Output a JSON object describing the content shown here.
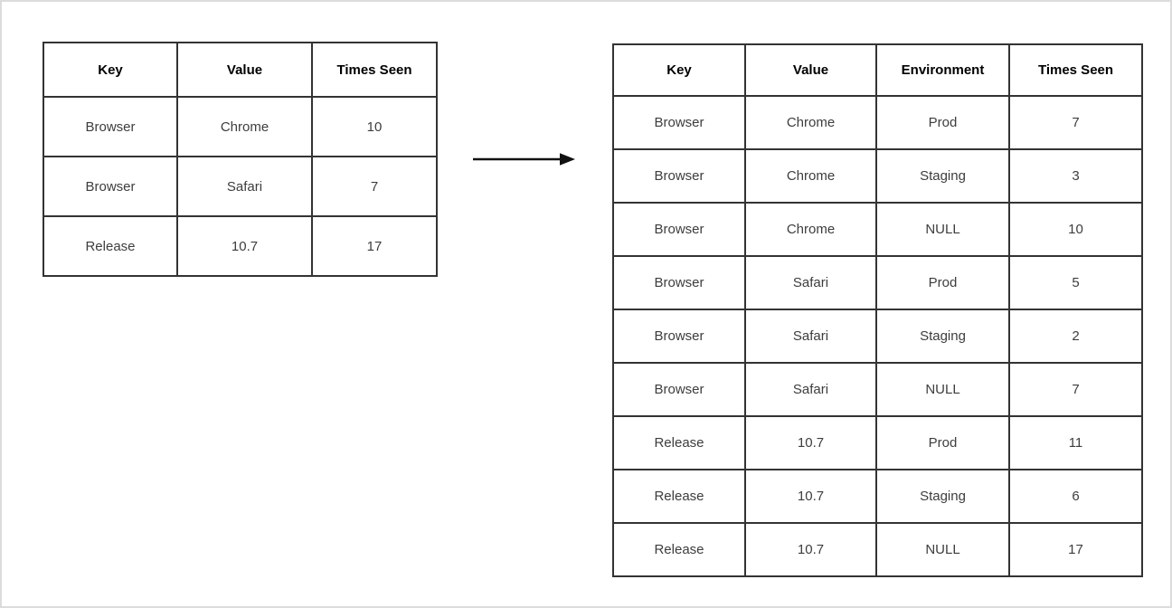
{
  "diagram": {
    "description": "Table transformation diagram: aggregate counts expanded by Environment",
    "background_color": "#ffffff",
    "table_border_color": "#333333",
    "header_text_color": "#000000",
    "cell_text_color": "#3d3d3d",
    "null_text_color": "#ebebeb",
    "arrow_color": "#111111"
  },
  "left_table": {
    "headers": [
      "Key",
      "Value",
      "Times Seen"
    ],
    "rows": [
      [
        "Browser",
        "Chrome",
        "10"
      ],
      [
        "Browser",
        "Safari",
        "7"
      ],
      [
        "Release",
        "10.7",
        "17"
      ]
    ]
  },
  "right_table": {
    "headers": [
      "Key",
      "Value",
      "Environment",
      "Times Seen"
    ],
    "rows": [
      [
        "Browser",
        "Chrome",
        "Prod",
        "7"
      ],
      [
        "Browser",
        "Chrome",
        "Staging",
        "3"
      ],
      [
        "Browser",
        "Chrome",
        "NULL",
        "10"
      ],
      [
        "Browser",
        "Safari",
        "Prod",
        "5"
      ],
      [
        "Browser",
        "Safari",
        "Staging",
        "2"
      ],
      [
        "Browser",
        "Safari",
        "NULL",
        "7"
      ],
      [
        "Release",
        "10.7",
        "Prod",
        "11"
      ],
      [
        "Release",
        "10.7",
        "Staging",
        "6"
      ],
      [
        "Release",
        "10.7",
        "NULL",
        "17"
      ]
    ]
  }
}
